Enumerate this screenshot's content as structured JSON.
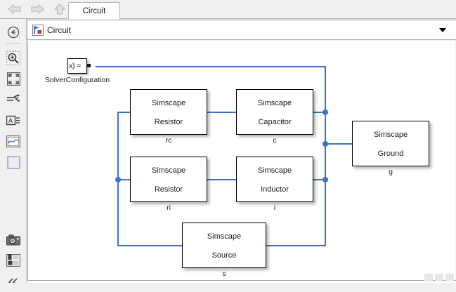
{
  "window": {
    "tab_label": "Circuit"
  },
  "navigation": {
    "back_icon": "back-arrow-icon",
    "forward_icon": "forward-arrow-icon",
    "up_icon": "up-arrow-icon"
  },
  "breadcrumb": {
    "icon": "simulink-model-icon",
    "label": "Circuit",
    "caret_icon": "chevron-down-icon"
  },
  "toolrail": {
    "items": [
      {
        "icon": "back-circle-icon",
        "name": "navigate-back"
      },
      {
        "icon": "zoom-in-icon",
        "name": "zoom-in"
      },
      {
        "icon": "fit-to-view-icon",
        "name": "fit-to-view"
      },
      {
        "icon": "signal-lines-icon",
        "name": "signal-lines"
      },
      {
        "icon": "annotation-icon",
        "name": "annotation"
      },
      {
        "icon": "scope-icon",
        "name": "scope"
      },
      {
        "icon": "blank-block-icon",
        "name": "blank-block"
      },
      {
        "icon": "camera-icon",
        "name": "snapshot"
      },
      {
        "icon": "layout-icon",
        "name": "layout"
      },
      {
        "icon": "collapse-icon",
        "name": "collapse-panel"
      }
    ]
  },
  "diagram": {
    "solver": {
      "text": "x) =",
      "name": "SolverConfiguration"
    },
    "blocks": [
      {
        "library": "Simscape",
        "type": "Resistor",
        "name": "rc"
      },
      {
        "library": "Simscape",
        "type": "Capacitor",
        "name": "c"
      },
      {
        "library": "Simscape",
        "type": "Ground",
        "name": "g"
      },
      {
        "library": "Simscape",
        "type": "Resistor",
        "name": "ri"
      },
      {
        "library": "Simscape",
        "type": "Inductor",
        "name": "i"
      },
      {
        "library": "Simscape",
        "type": "Source",
        "name": "s"
      }
    ],
    "wire_color": "#3d72c4"
  }
}
